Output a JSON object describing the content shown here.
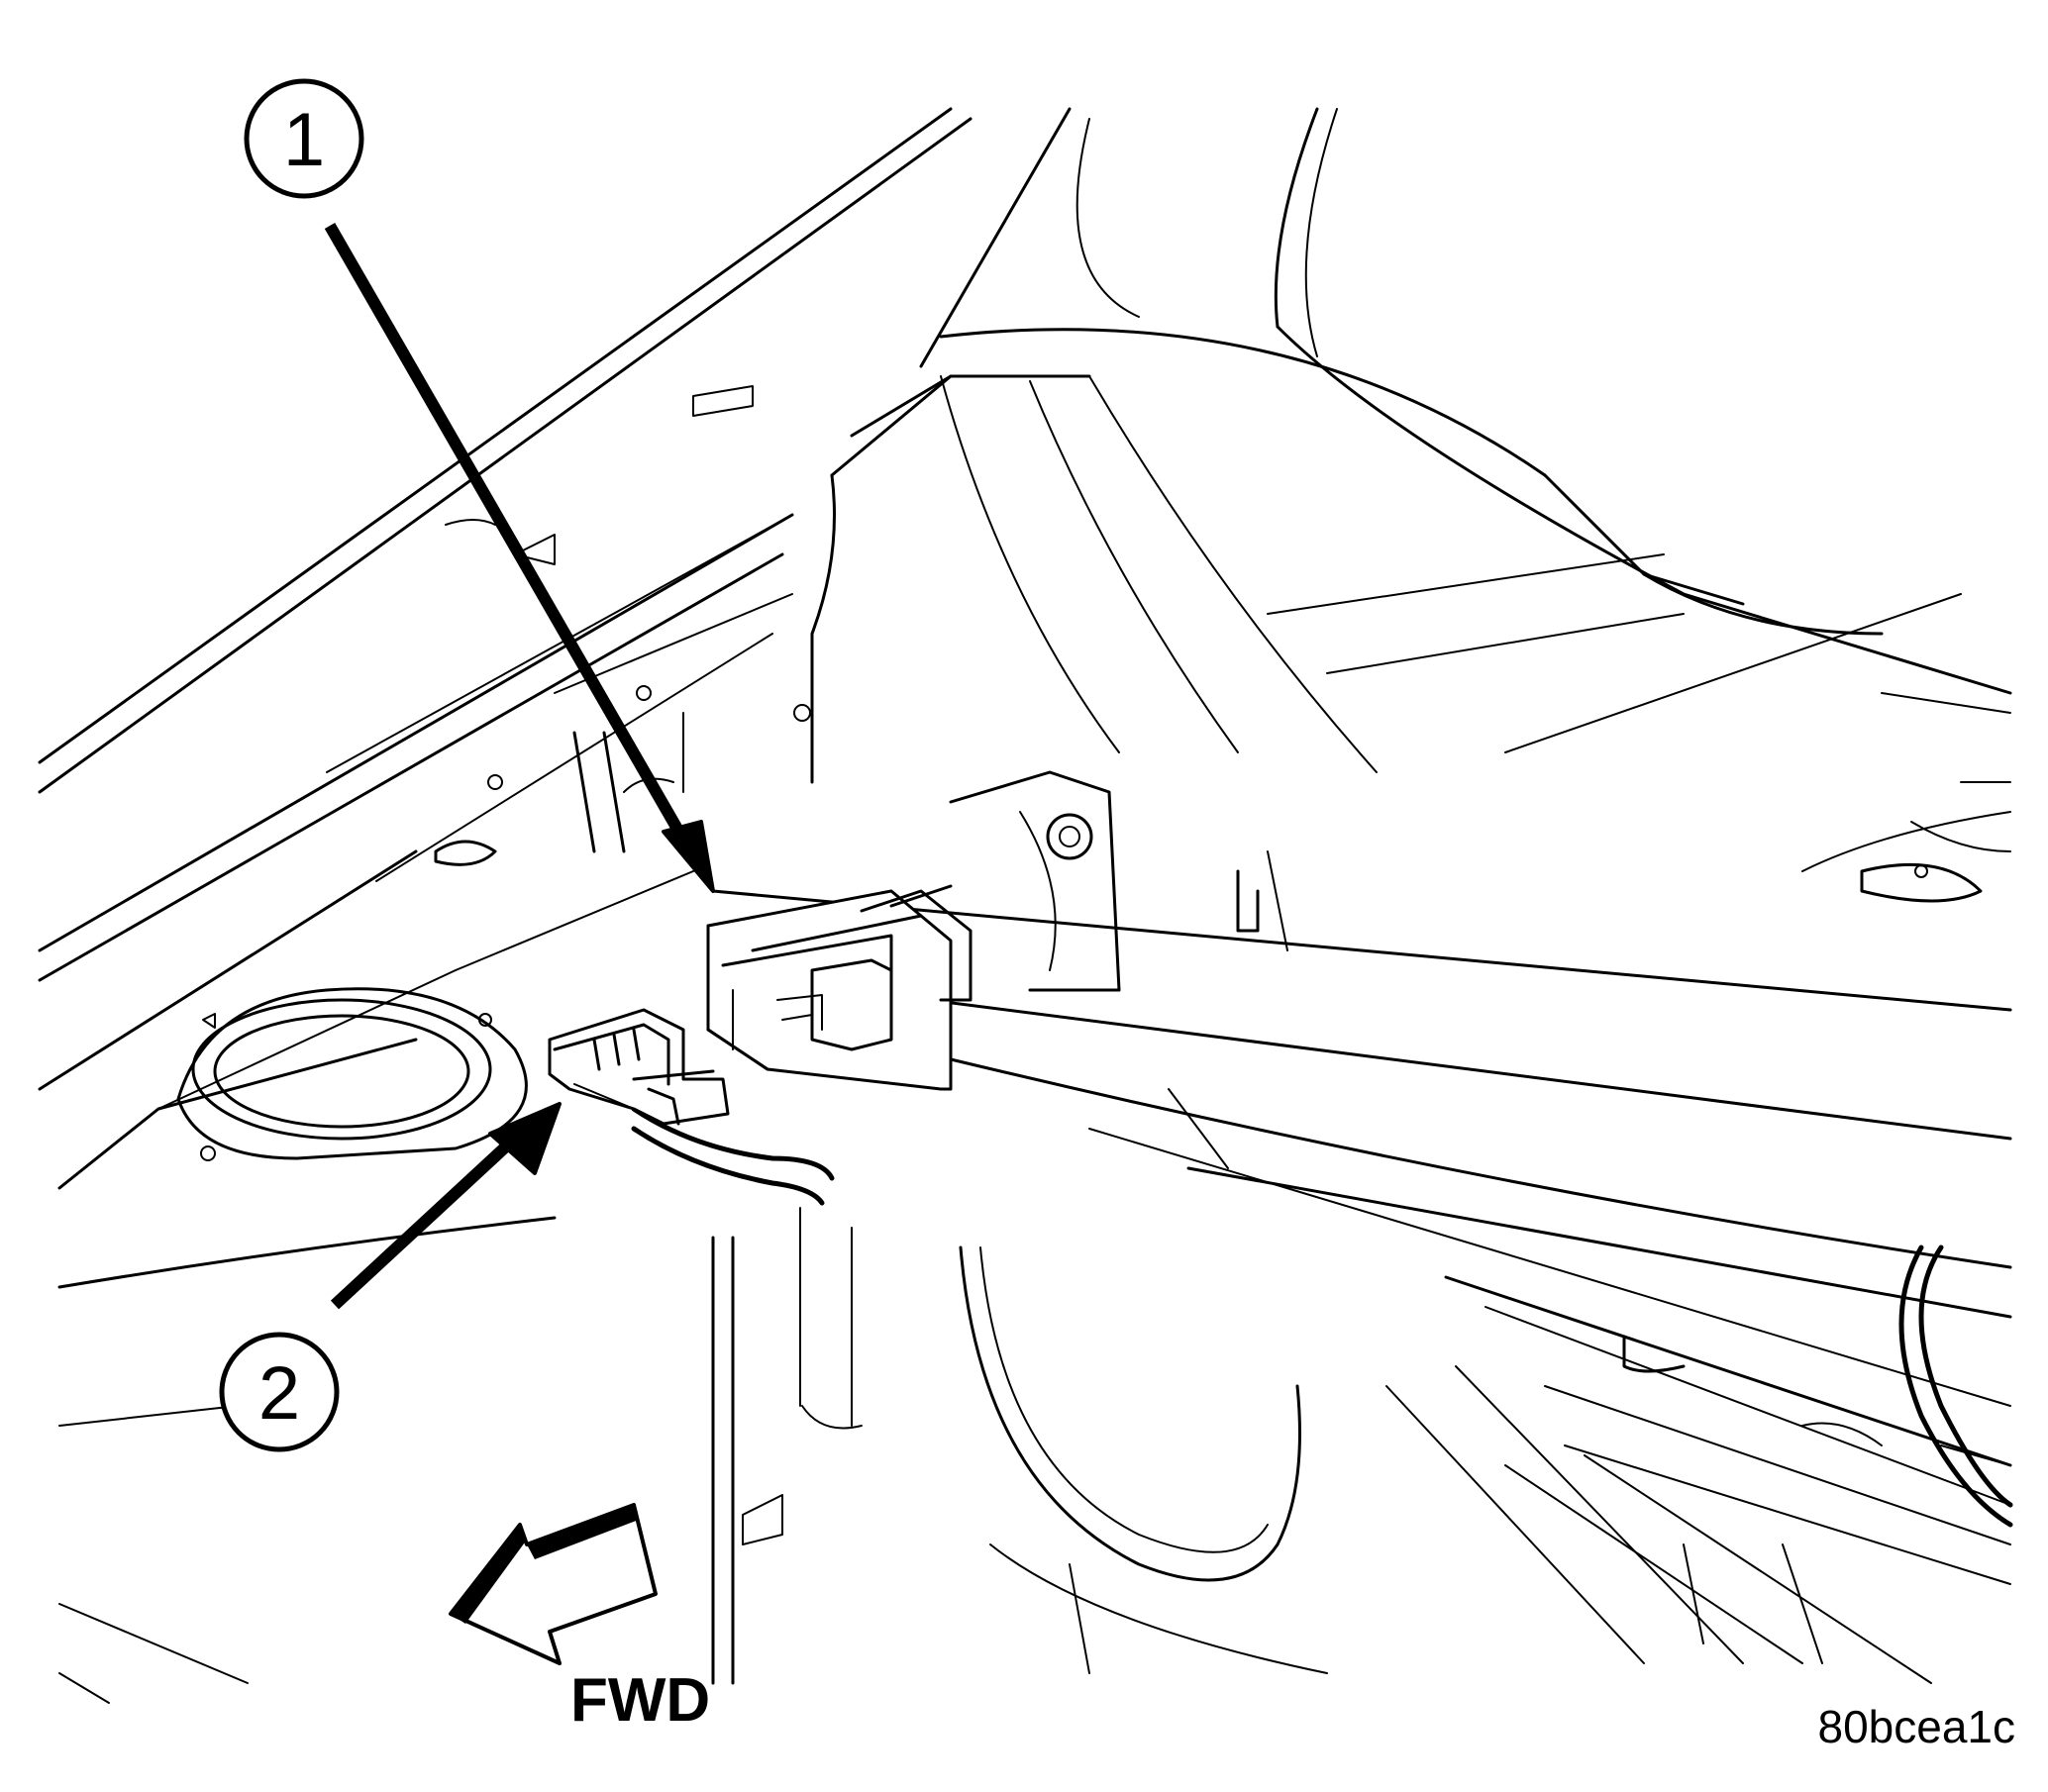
{
  "callouts": [
    {
      "id": "1",
      "label": "1"
    },
    {
      "id": "2",
      "label": "2"
    }
  ],
  "direction_label": "FWD",
  "figure_code": "80bcea1c",
  "colors": {
    "ink": "#000000",
    "paper": "#ffffff"
  }
}
